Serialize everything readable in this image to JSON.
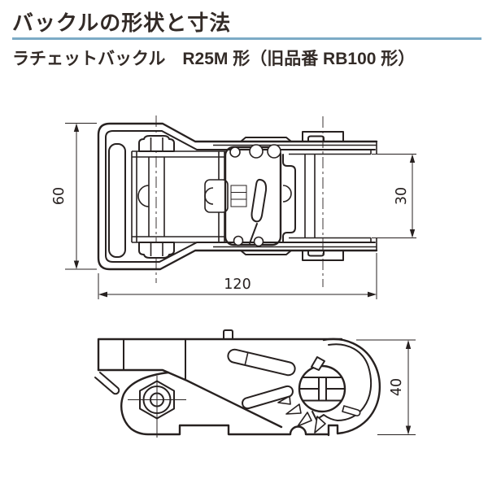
{
  "header": {
    "title": "バックルの形状と寸法",
    "subtitle": "ラチェットバックル　R25M 形（旧品番 RB100 形）",
    "underline_color": "#7cabc6",
    "text_color": "#332b27"
  },
  "drawing": {
    "line_color": "#272120",
    "description": "Technical 2-view drawing of ratchet buckle R25M",
    "top_view": {
      "dim_overall_height": "60",
      "dim_strap_opening": "30",
      "dim_overall_length": "120"
    },
    "side_view": {
      "dim_overall_height": "40"
    }
  }
}
